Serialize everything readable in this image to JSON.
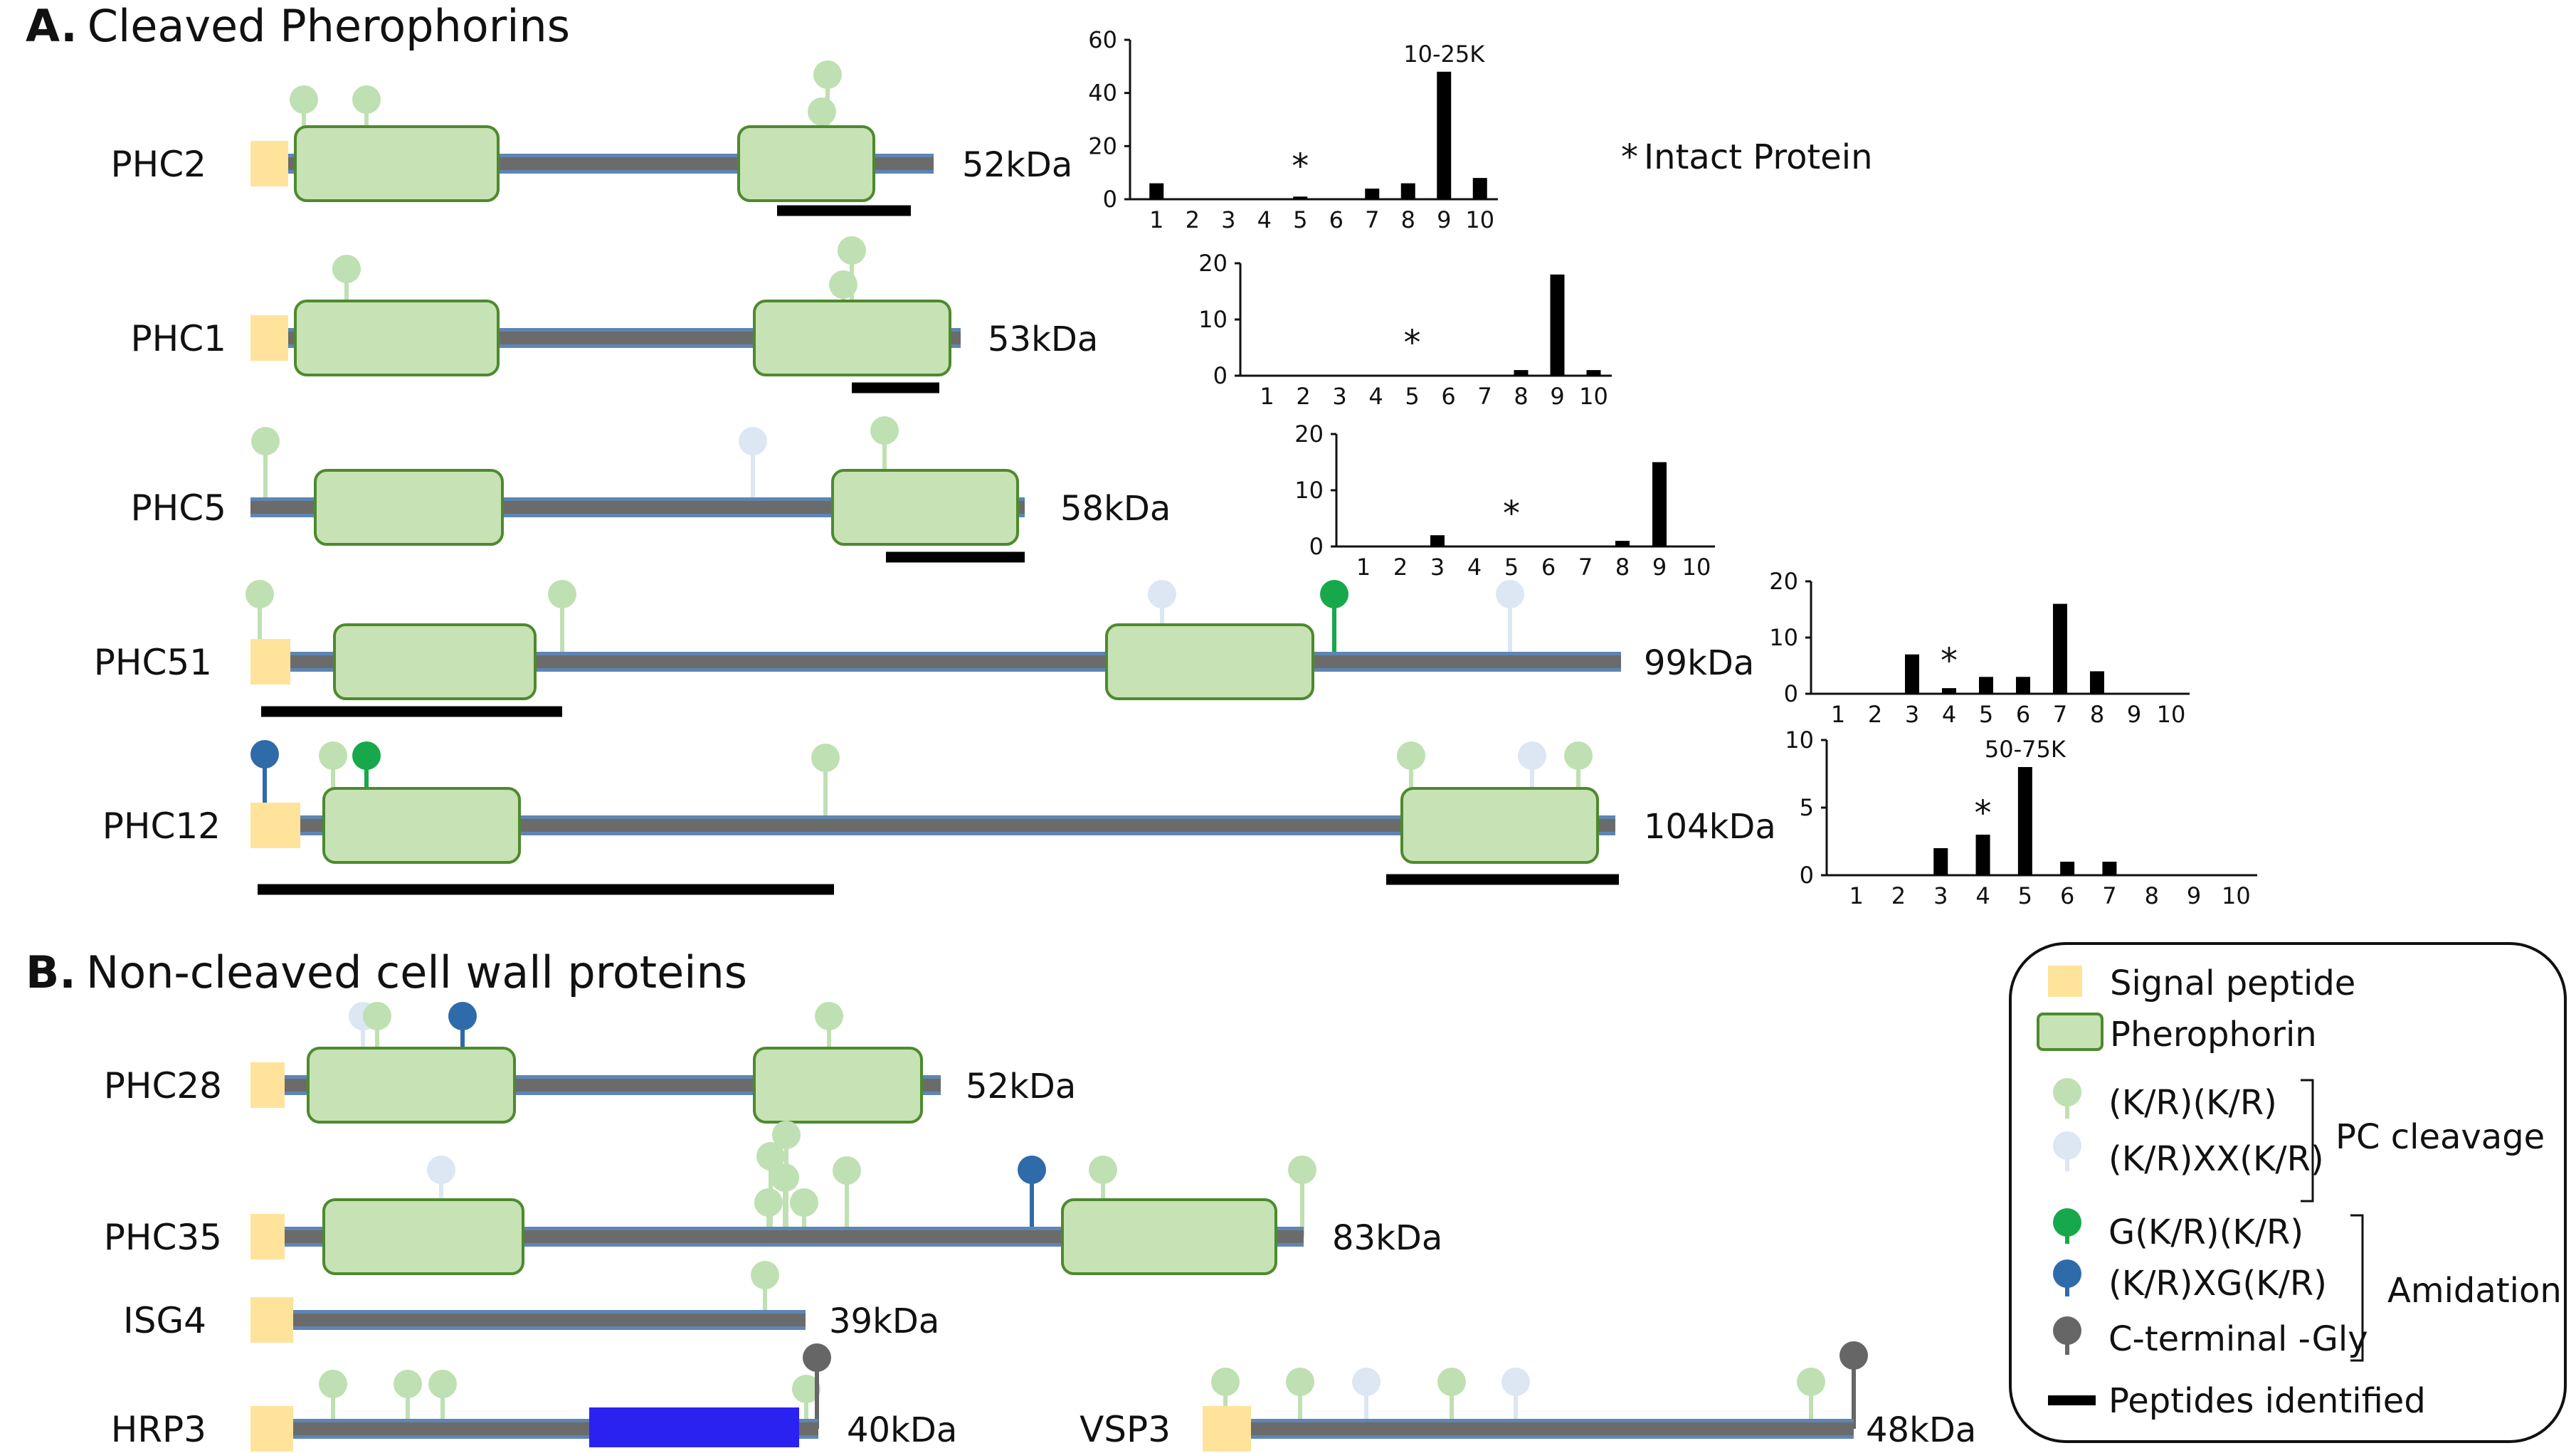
{
  "colors": {
    "signal": "#ffe39b",
    "domain_fill": "#c7e2b4",
    "domain_stroke": "#4d8a2e",
    "backbone": "#6b6b6b",
    "backbone_outline": "#5d86b4",
    "kr_kr": "#bfe0b2",
    "krxxkr": "#dde6f3",
    "gkrkr": "#17a84b",
    "krxgkr": "#2f6aa9",
    "cterm_gly": "#666666",
    "peptide": "#000000",
    "hrp3_box": "#2a22f0",
    "bar": "#000000"
  },
  "sections": {
    "a_letter": "A.",
    "a_title": "Cleaved Pherophorins",
    "b_letter": "B.",
    "b_title": "Non-cleaved cell wall proteins"
  },
  "proteins": [
    {
      "id": "phc2",
      "name": "PHC2",
      "size": "52kDa"
    },
    {
      "id": "phc1",
      "name": "PHC1",
      "size": "53kDa"
    },
    {
      "id": "phc5",
      "name": "PHC5",
      "size": "58kDa"
    },
    {
      "id": "phc51",
      "name": "PHC51",
      "size": "99kDa"
    },
    {
      "id": "phc12",
      "name": "PHC12",
      "size": "104kDa"
    },
    {
      "id": "phc28",
      "name": "PHC28",
      "size": "52kDa"
    },
    {
      "id": "phc35",
      "name": "PHC35",
      "size": "83kDa"
    },
    {
      "id": "isg4",
      "name": "ISG4",
      "size": "39kDa"
    },
    {
      "id": "hrp3",
      "name": "HRP3",
      "size": "40kDa"
    },
    {
      "id": "vsp3",
      "name": "VSP3",
      "size": "48kDa"
    }
  ],
  "intact_note": "Intact Protein",
  "intact_symbol": "*",
  "chart_data": [
    {
      "type": "bar",
      "categories": [
        "1",
        "2",
        "3",
        "4",
        "5",
        "6",
        "7",
        "8",
        "9",
        "10"
      ],
      "values": [
        6,
        0,
        0,
        0,
        1,
        0,
        4,
        6,
        48,
        8
      ],
      "ylim": [
        0,
        60
      ],
      "yticks": [
        "0",
        "20",
        "40",
        "60"
      ],
      "annotation": "10-25K",
      "annotation_category": "9",
      "intact_marker_category": "5"
    },
    {
      "type": "bar",
      "categories": [
        "1",
        "2",
        "3",
        "4",
        "5",
        "6",
        "7",
        "8",
        "9",
        "10"
      ],
      "values": [
        0,
        0,
        0,
        0,
        0,
        0,
        0,
        1,
        18,
        1
      ],
      "ylim": [
        0,
        20
      ],
      "yticks": [
        "0",
        "10",
        "20"
      ],
      "intact_marker_category": "5"
    },
    {
      "type": "bar",
      "categories": [
        "1",
        "2",
        "3",
        "4",
        "5",
        "6",
        "7",
        "8",
        "9",
        "10"
      ],
      "values": [
        0,
        0,
        2,
        0,
        0,
        0,
        0,
        1,
        15,
        0
      ],
      "ylim": [
        0,
        20
      ],
      "yticks": [
        "0",
        "10",
        "20"
      ],
      "intact_marker_category": "5"
    },
    {
      "type": "bar",
      "categories": [
        "1",
        "2",
        "3",
        "4",
        "5",
        "6",
        "7",
        "8",
        "9",
        "10"
      ],
      "values": [
        0,
        0,
        7,
        1,
        3,
        3,
        16,
        4,
        0,
        0
      ],
      "ylim": [
        0,
        20
      ],
      "yticks": [
        "0",
        "10",
        "20"
      ],
      "intact_marker_category": "4"
    },
    {
      "type": "bar",
      "categories": [
        "1",
        "2",
        "3",
        "4",
        "5",
        "6",
        "7",
        "8",
        "9",
        "10"
      ],
      "values": [
        0,
        0,
        2,
        3,
        8,
        1,
        1,
        0,
        0,
        0
      ],
      "ylim": [
        0,
        10
      ],
      "yticks": [
        "0",
        "5",
        "10"
      ],
      "annotation": "50-75K",
      "annotation_category": "5",
      "intact_marker_category": "4"
    }
  ],
  "legend": {
    "signal": "Signal peptide",
    "pherophorin": "Pherophorin",
    "kr_kr": "(K/R)(K/R)",
    "krxxkr": "(K/R)XX(K/R)",
    "pc_group": "PC cleavage",
    "gkrkr": "G(K/R)(K/R)",
    "krxgkr": "(K/R)XG(K/R)",
    "cterm": "C-terminal -Gly",
    "amid_group": "Amidation",
    "peptides": "Peptides identified"
  }
}
